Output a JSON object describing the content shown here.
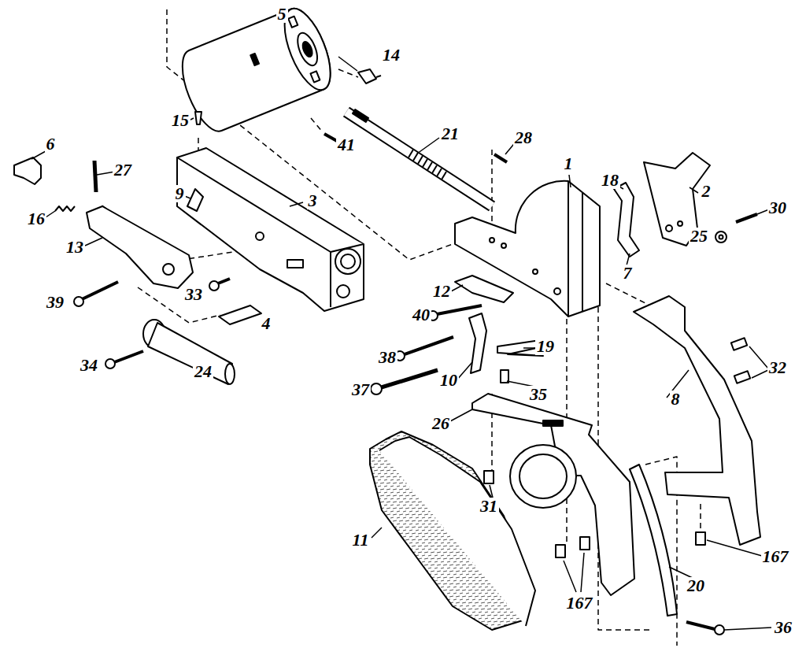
{
  "diagram": {
    "labels": [
      "5",
      "14",
      "15",
      "41",
      "21",
      "28",
      "1",
      "18",
      "2",
      "30",
      "25",
      "6",
      "27",
      "16",
      "9",
      "3",
      "13",
      "7",
      "39",
      "33",
      "12",
      "40",
      "4",
      "19",
      "38",
      "34",
      "24",
      "37",
      "10",
      "35",
      "32",
      "8",
      "26",
      "11",
      "31",
      "167",
      "167",
      "20",
      "36"
    ]
  }
}
